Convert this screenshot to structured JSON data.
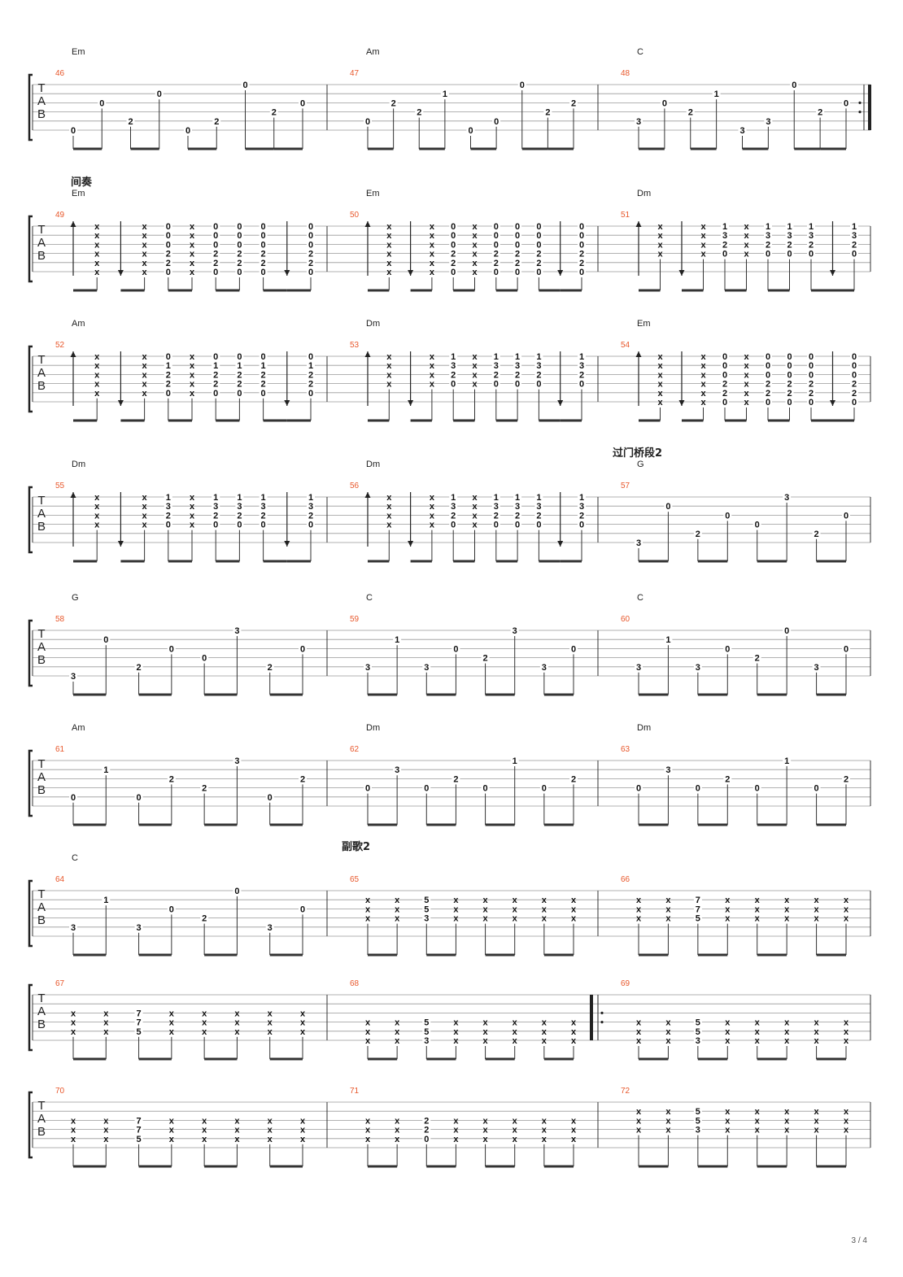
{
  "page": {
    "page_number": "3 / 4"
  },
  "tab_letters": [
    "T",
    "A",
    "B"
  ],
  "rows": [
    {
      "measures": [
        {
          "number": "46",
          "chord": "Em",
          "events": [
            [
              5,
              "0",
              0
            ],
            [
              2,
              "0",
              0
            ],
            [
              4,
              "2",
              0
            ],
            [
              1,
              "0",
              0
            ],
            [
              5,
              "0",
              0
            ],
            [
              4,
              "2",
              0
            ],
            [
              0,
              "0",
              0
            ],
            [
              3,
              "2",
              0
            ],
            [
              2,
              "0",
              0
            ]
          ]
        },
        {
          "number": "47",
          "chord": "Am",
          "events": [
            [
              4,
              "0",
              0
            ],
            [
              2,
              "2",
              0
            ],
            [
              3,
              "2",
              0
            ],
            [
              1,
              "1",
              0
            ],
            [
              5,
              "0",
              0
            ],
            [
              4,
              "0",
              0
            ],
            [
              0,
              "0",
              0
            ],
            [
              3,
              "2",
              0
            ],
            [
              2,
              "2",
              0
            ]
          ]
        },
        {
          "number": "48",
          "chord": "C",
          "events": [
            [
              4,
              "3",
              0
            ],
            [
              2,
              "0",
              0
            ],
            [
              3,
              "2",
              0
            ],
            [
              1,
              "1",
              0
            ],
            [
              5,
              "3",
              0
            ],
            [
              4,
              "3",
              0
            ],
            [
              0,
              "0",
              0
            ],
            [
              3,
              "2",
              0
            ],
            [
              2,
              "0",
              0
            ]
          ],
          "repeat_end": true
        }
      ]
    },
    {
      "section": "间奏",
      "measures": [
        {
          "number": "49",
          "chord": "Em",
          "events": [
            "up",
            "X6",
            "D",
            "X6",
            "F:0,0,0,2,2,0",
            "X6",
            "F:0,0,0,2,2,0",
            "F:0,0,0,2,2,0",
            "F:0,0,0,2,2,0",
            "D",
            "F:0,0,0,2,2,0"
          ]
        },
        {
          "number": "50",
          "chord": "Em",
          "events": [
            "up",
            "X6",
            "D",
            "X6",
            "F:0,0,0,2,2,0",
            "X6",
            "F:0,0,0,2,2,0",
            "F:0,0,0,2,2,0",
            "F:0,0,0,2,2,0",
            "D",
            "F:0,0,0,2,2,0"
          ]
        },
        {
          "number": "51",
          "chord": "Dm",
          "events": [
            "up",
            "X4",
            "D",
            "X4",
            "F:1,3,2,0",
            "X4",
            "F:1,3,2,0",
            "F:1,3,2,0",
            "F:1,3,2,0",
            "D",
            "F:1,3,2,0"
          ]
        }
      ]
    },
    {
      "measures": [
        {
          "number": "52",
          "chord": "Am",
          "events": [
            "up",
            "X5",
            "D",
            "X5",
            "F:0,1,2,2,0",
            "X5",
            "F:0,1,2,2,0",
            "F:0,1,2,2,0",
            "F:0,1,2,2,0",
            "D",
            "F:0,1,2,2,0"
          ]
        },
        {
          "number": "53",
          "chord": "Dm",
          "events": [
            "up",
            "X4",
            "D",
            "X4",
            "F:1,3,2,0",
            "X4",
            "F:1,3,2,0",
            "F:1,3,2,0",
            "F:1,3,2,0",
            "D",
            "F:1,3,2,0"
          ]
        },
        {
          "number": "54",
          "chord": "Em",
          "events": [
            "up",
            "X6",
            "D",
            "X6",
            "F:0,0,0,2,2,0",
            "X6",
            "F:0,0,0,2,2,0",
            "F:0,0,0,2,2,0",
            "F:0,0,0,2,2,0",
            "D",
            "F:0,0,0,2,2,0"
          ]
        }
      ]
    },
    {
      "measures": [
        {
          "number": "55",
          "chord": "Dm",
          "events": [
            "up",
            "X4",
            "D",
            "X4",
            "F:1,3,2,0",
            "X4",
            "F:1,3,2,0",
            "F:1,3,2,0",
            "F:1,3,2,0",
            "D",
            "F:1,3,2,0"
          ]
        },
        {
          "number": "56",
          "chord": "Dm",
          "events": [
            "up",
            "X4",
            "D",
            "X4",
            "F:1,3,2,0",
            "X4",
            "F:1,3,2,0",
            "F:1,3,2,0",
            "F:1,3,2,0",
            "D",
            "F:1,3,2,0"
          ]
        },
        {
          "number": "57",
          "chord": "G",
          "section": "过门桥段2",
          "events": [
            [
              5,
              "3",
              0
            ],
            [
              1,
              "0",
              0
            ],
            [
              4,
              "2",
              0
            ],
            [
              2,
              "0",
              0
            ],
            [
              3,
              "0",
              0
            ],
            [
              0,
              "3",
              0
            ],
            [
              4,
              "2",
              0
            ],
            [
              2,
              "0",
              0
            ]
          ]
        }
      ]
    },
    {
      "measures": [
        {
          "number": "58",
          "chord": "G",
          "events": [
            [
              5,
              "3",
              0
            ],
            [
              1,
              "0",
              0
            ],
            [
              4,
              "2",
              0
            ],
            [
              2,
              "0",
              0
            ],
            [
              3,
              "0",
              0
            ],
            [
              0,
              "3",
              0
            ],
            [
              4,
              "2",
              0
            ],
            [
              2,
              "0",
              0
            ]
          ]
        },
        {
          "number": "59",
          "chord": "C",
          "events": [
            [
              4,
              "3",
              0
            ],
            [
              1,
              "1",
              0
            ],
            [
              4,
              "3",
              0
            ],
            [
              2,
              "0",
              0
            ],
            [
              3,
              "2",
              0
            ],
            [
              0,
              "3",
              0
            ],
            [
              4,
              "3",
              0
            ],
            [
              2,
              "0",
              0
            ]
          ]
        },
        {
          "number": "60",
          "chord": "C",
          "events": [
            [
              4,
              "3",
              0
            ],
            [
              1,
              "1",
              0
            ],
            [
              4,
              "3",
              0
            ],
            [
              2,
              "0",
              0
            ],
            [
              3,
              "2",
              0
            ],
            [
              0,
              "0",
              0
            ],
            [
              4,
              "3",
              0
            ],
            [
              2,
              "0",
              0
            ]
          ]
        }
      ]
    },
    {
      "measures": [
        {
          "number": "61",
          "chord": "Am",
          "events": [
            [
              4,
              "0",
              0
            ],
            [
              1,
              "1",
              0
            ],
            [
              4,
              "0",
              0
            ],
            [
              2,
              "2",
              0
            ],
            [
              3,
              "2",
              0
            ],
            [
              0,
              "3",
              0
            ],
            [
              4,
              "0",
              0
            ],
            [
              2,
              "2",
              0
            ]
          ]
        },
        {
          "number": "62",
          "chord": "Dm",
          "events": [
            [
              3,
              "0",
              0
            ],
            [
              1,
              "3",
              0
            ],
            [
              3,
              "0",
              0
            ],
            [
              2,
              "2",
              0
            ],
            [
              3,
              "0",
              0
            ],
            [
              0,
              "1",
              0
            ],
            [
              3,
              "0",
              0
            ],
            [
              2,
              "2",
              0
            ]
          ]
        },
        {
          "number": "63",
          "chord": "Dm",
          "events": [
            [
              3,
              "0",
              0
            ],
            [
              1,
              "3",
              0
            ],
            [
              3,
              "0",
              0
            ],
            [
              2,
              "2",
              0
            ],
            [
              3,
              "0",
              0
            ],
            [
              0,
              "1",
              0
            ],
            [
              3,
              "0",
              0
            ],
            [
              2,
              "2",
              0
            ]
          ]
        }
      ]
    },
    {
      "measures": [
        {
          "number": "64",
          "chord": "C",
          "events": [
            [
              4,
              "3",
              0
            ],
            [
              1,
              "1",
              0
            ],
            [
              4,
              "3",
              0
            ],
            [
              2,
              "0",
              0
            ],
            [
              3,
              "2",
              0
            ],
            [
              0,
              "0",
              0
            ],
            [
              4,
              "3",
              0
            ],
            [
              2,
              "0",
              0
            ]
          ]
        },
        {
          "number": "65",
          "section": "副歌2",
          "events": [
            "M:1,X,X,X",
            "M:1,X,X,X",
            "M:1,5,5,3",
            "M:1,X,X,X",
            "M:1,X,X,X",
            "M:1,X,X,X",
            "M:1,X,X,X",
            "M:1,X,X,X"
          ]
        },
        {
          "number": "66",
          "events": [
            "M:1,X,X,X",
            "M:1,X,X,X",
            "M:1,7,7,5",
            "M:1,X,X,X",
            "M:1,X,X,X",
            "M:1,X,X,X",
            "M:1,X,X,X",
            "M:1,X,X,X"
          ]
        }
      ]
    },
    {
      "measures": [
        {
          "number": "67",
          "events": [
            "M:2,X,X,X",
            "M:2,X,X,X",
            "M:2,7,7,5",
            "M:2,X,X,X",
            "M:2,X,X,X",
            "M:2,X,X,X",
            "M:2,X,X,X",
            "M:2,X,X,X"
          ]
        },
        {
          "number": "68",
          "events": [
            "M:3,X,X,X",
            "M:3,X,X,X",
            "M:3,5,5,3",
            "M:3,X,X,X",
            "M:3,X,X,X",
            "M:3,X,X,X",
            "M:3,X,X,X",
            "M:3,X,X,X"
          ],
          "repeat_end_bar": true
        },
        {
          "number": "69",
          "repeat_start": true,
          "events": [
            "M:3,X,X,X",
            "M:3,X,X,X",
            "M:3,5,5,3",
            "M:3,X,X,X",
            "M:3,X,X,X",
            "M:3,X,X,X",
            "M:3,X,X,X",
            "M:3,X,X,X"
          ]
        }
      ]
    },
    {
      "measures": [
        {
          "number": "70",
          "events": [
            "M:2,X,X,X",
            "M:2,X,X,X",
            "M:2,7,7,5",
            "M:2,X,X,X",
            "M:2,X,X,X",
            "M:2,X,X,X",
            "M:2,X,X,X",
            "M:2,X,X,X"
          ]
        },
        {
          "number": "71",
          "events": [
            "M:2,X,X,X",
            "M:2,X,X,X",
            "M:2,2,2,0",
            "M:2,X,X,X",
            "M:2,X,X,X",
            "M:2,X,X,X",
            "M:2,X,X,X",
            "M:2,X,X,X"
          ]
        },
        {
          "number": "72",
          "events": [
            "M:1,X,X,X",
            "M:1,X,X,X",
            "M:1,5,5,3",
            "M:1,X,X,X",
            "M:1,X,X,X",
            "M:1,X,X,X",
            "M:1,X,X,X",
            "M:1,X,X,X"
          ]
        }
      ]
    }
  ]
}
